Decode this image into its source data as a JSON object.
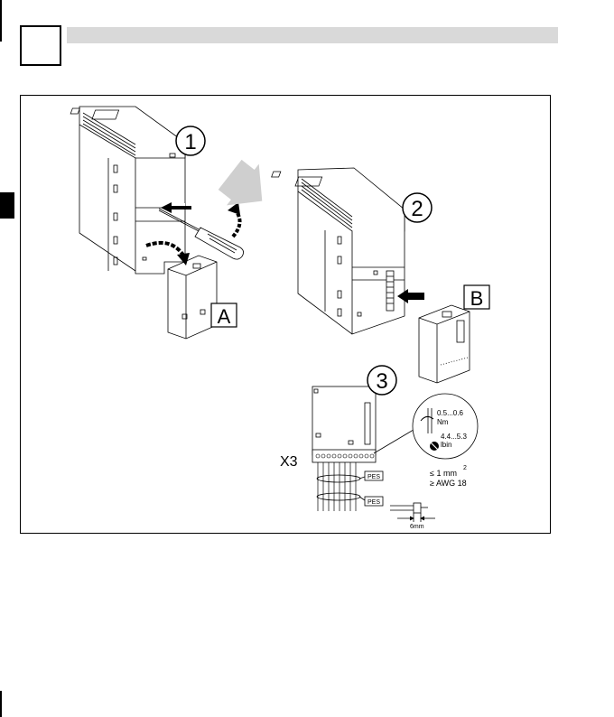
{
  "figure": {
    "steps": [
      "1",
      "2",
      "3"
    ],
    "callout_a": "A",
    "callout_b": "B",
    "connector_label": "X3",
    "pes_label": "PES",
    "torque_nm": "0.5...0.6",
    "torque_nm_unit": "Nm",
    "torque_lbin": "4.4...5.3",
    "torque_lbin_unit": "lbin",
    "wire_min_mm2": "≤ 1 mm",
    "wire_superscript": "2",
    "wire_awg": "≥ AWG 18",
    "strip_length": "6mm"
  }
}
